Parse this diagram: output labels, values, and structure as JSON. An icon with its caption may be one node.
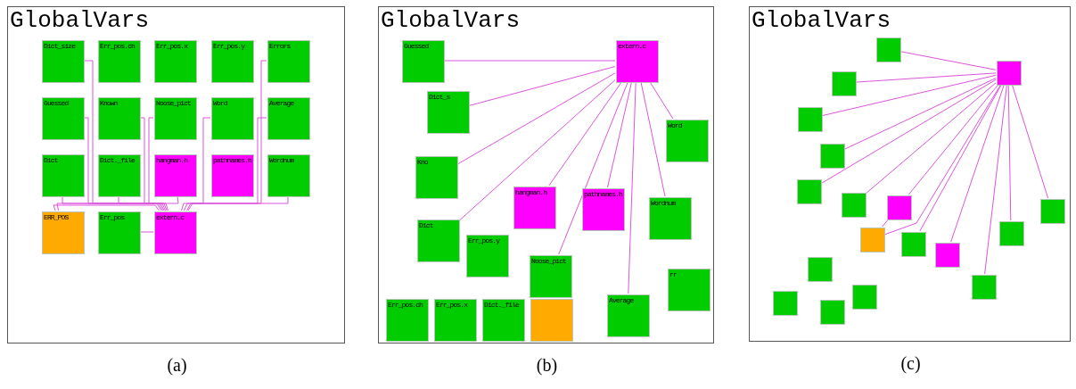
{
  "diagram": {
    "nodes": [
      {
        "text": [
          "GlobalVars"
        ],
        "beside": [
          "(a)"
        ]
      },
      {
        "text": [
          "GlobalVars"
        ],
        "beside": [
          "(b)"
        ]
      },
      {
        "text": [
          "GlobalVars"
        ],
        "beside": [
          "(c)"
        ]
      },
      {
        "text": [
          "Dict_size"
        ],
        "in": 0
      },
      {
        "text": [
          "Err_pos.ch"
        ],
        "in": 0
      },
      {
        "text": [
          "Err_pos.x"
        ],
        "in": 0
      },
      {
        "text": [
          "Err_pos.y"
        ],
        "in": 0
      },
      {
        "text": [
          "Errors"
        ],
        "in": 0
      },
      {
        "text": [
          "Guessed"
        ],
        "in": 0
      },
      {
        "text": [
          "Known"
        ],
        "in": 0
      },
      {
        "text": [
          "Noose_pict"
        ],
        "in": 0
      },
      {
        "text": [
          "Word"
        ],
        "in": 0
      },
      {
        "text": [
          "Average"
        ],
        "in": 0
      },
      {
        "text": [
          "Dict"
        ],
        "in": 0
      },
      {
        "text": [
          "Dict._file"
        ],
        "in": 0
      },
      {
        "text": [
          "hangman.h"
        ],
        "in": 0
      },
      {
        "text": [
          "pathnames.h"
        ],
        "in": 0
      },
      {
        "text": [
          "Wordnum"
        ],
        "in": 0
      },
      {
        "text": [
          "ERR_POS"
        ],
        "in": 0
      },
      {
        "text": [
          "Err_pos"
        ],
        "in": 0
      },
      {
        "text": [
          "extern.c"
        ],
        "in": 0
      },
      {
        "text": [
          "Guessed"
        ],
        "in": 1
      },
      {
        "text": [
          "extern.c"
        ],
        "in": 1
      },
      {
        "text": [
          "Dict_s"
        ],
        "in": 1
      },
      {
        "text": [
          "Kno"
        ],
        "in": 1
      },
      {
        "text": [
          "Dict"
        ],
        "in": 1
      },
      {
        "text": [
          "rr"
        ],
        "in": 1
      },
      {
        "text": [
          "hangman.h"
        ],
        "in": 1
      },
      {
        "text": [],
        "shape": "box",
        "in": 1
      },
      {
        "text": [
          "Noose_pict"
        ],
        "in": 1
      },
      {
        "text": [
          "Word"
        ],
        "in": 1
      },
      {
        "text": [
          "Wordnum"
        ],
        "in": 1
      },
      {
        "text": [
          "pathnames.h"
        ],
        "in": 1
      },
      {
        "text": [
          "Average"
        ],
        "in": 1
      },
      {
        "text": [
          "Err_pos.y"
        ],
        "in": 1
      },
      {
        "text": [
          "Dict._file"
        ],
        "in": 1
      },
      {
        "text": [
          "Err_pos.ch"
        ],
        "in": 1
      },
      {
        "text": [
          "Err_pos.x"
        ],
        "in": 1
      },
      {
        "text": [],
        "shape": "box",
        "in": 2
      },
      {
        "text": [],
        "shape": "box",
        "in": 2
      },
      {
        "text": [],
        "shape": "box",
        "in": 2
      },
      {
        "text": [],
        "shape": "box",
        "in": 2
      },
      {
        "text": [],
        "shape": "box",
        "in": 2
      },
      {
        "text": [],
        "shape": "box",
        "in": 2
      },
      {
        "text": [],
        "shape": "box",
        "in": 2
      },
      {
        "text": [],
        "shape": "box",
        "in": 2
      },
      {
        "text": [],
        "shape": "box",
        "in": 2
      },
      {
        "text": [],
        "shape": "box",
        "in": 2
      },
      {
        "text": [],
        "shape": "box",
        "in": 2
      },
      {
        "text": [],
        "shape": "box",
        "in": 2
      },
      {
        "text": [],
        "shape": "box",
        "in": 2
      },
      {
        "text": [],
        "shape": "box",
        "in": 2
      },
      {
        "text": [],
        "shape": "box",
        "in": 2
      },
      {
        "text": [],
        "shape": "box",
        "in": 2
      },
      {
        "text": [],
        "shape": "box",
        "in": 2
      },
      {
        "text": [],
        "shape": "box",
        "in": 2
      }
    ],
    "edges": [
      {
        "from": 20,
        "to": 3,
        "arrow": "none"
      },
      {
        "from": 20,
        "to": 7,
        "arrow": "none"
      },
      {
        "from": 20,
        "to": 8,
        "arrow": "none"
      },
      {
        "from": 20,
        "to": 9,
        "arrow": "none"
      },
      {
        "from": 20,
        "to": 10,
        "arrow": "none"
      },
      {
        "from": 20,
        "to": 11,
        "arrow": "none"
      },
      {
        "from": 20,
        "to": 12,
        "arrow": "none"
      },
      {
        "from": 20,
        "to": 13,
        "arrow": "none"
      },
      {
        "from": 20,
        "to": 14,
        "arrow": "none"
      },
      {
        "from": 20,
        "to": 17,
        "arrow": "none"
      },
      {
        "from": 20,
        "to": 18,
        "arrow": "none"
      },
      {
        "from": 20,
        "to": 19,
        "arrow": "none"
      },
      {
        "from": 15,
        "to": 18,
        "arrow": "none"
      },
      {
        "from": 22,
        "to": 21,
        "arrow": "none"
      },
      {
        "from": 22,
        "to": 23,
        "arrow": "none"
      },
      {
        "from": 22,
        "to": 24,
        "arrow": "none"
      },
      {
        "from": 22,
        "to": 25,
        "arrow": "none"
      },
      {
        "from": 22,
        "to": 27,
        "arrow": "none"
      },
      {
        "from": 22,
        "to": 29,
        "arrow": "none"
      },
      {
        "from": 22,
        "to": 32,
        "arrow": "none"
      },
      {
        "from": 22,
        "to": 33,
        "arrow": "none"
      },
      {
        "from": 22,
        "to": 31,
        "arrow": "none"
      },
      {
        "from": 22,
        "to": 30,
        "arrow": "none"
      },
      {
        "from": 39,
        "to": 38,
        "arrow": "none"
      },
      {
        "from": 39,
        "to": 40,
        "arrow": "none"
      },
      {
        "from": 39,
        "to": 41,
        "arrow": "none"
      },
      {
        "from": 39,
        "to": 42,
        "arrow": "none"
      },
      {
        "from": 39,
        "to": 43,
        "arrow": "none"
      },
      {
        "from": 39,
        "to": 44,
        "arrow": "none"
      },
      {
        "from": 39,
        "to": 45,
        "arrow": "none"
      },
      {
        "from": 39,
        "to": 48,
        "arrow": "none"
      },
      {
        "from": 39,
        "to": 49,
        "arrow": "none"
      },
      {
        "from": 39,
        "to": 50,
        "arrow": "none"
      },
      {
        "from": 39,
        "to": 52,
        "arrow": "none"
      },
      {
        "from": 39,
        "to": 47,
        "arrow": "none"
      },
      {
        "from": 39,
        "to": 46,
        "arrow": "none"
      },
      {
        "from": 45,
        "to": 48,
        "arrow": "none"
      }
    ]
  }
}
